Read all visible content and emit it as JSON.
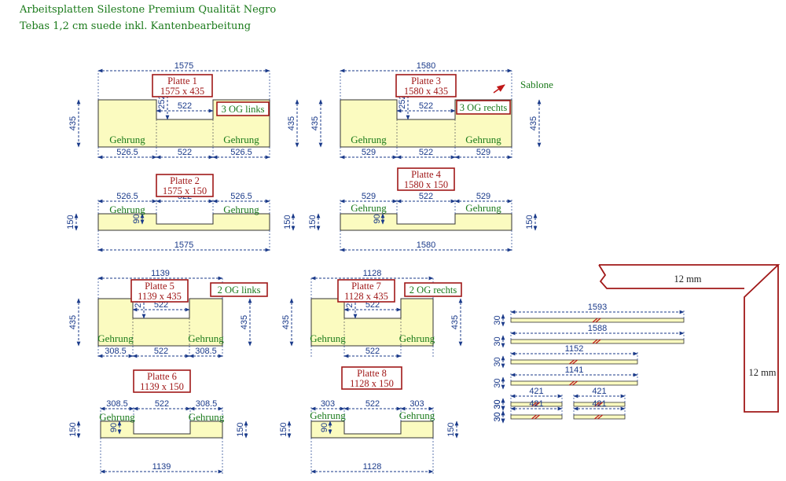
{
  "header": {
    "line1": "Arbeitsplatten Silestone Premium Qualität Negro",
    "line2": "Tebas 1,2 cm suede inkl. Kantenbearbeitung"
  },
  "sablone": "Sablone",
  "colors": {
    "slab": "#fbfbc0",
    "dim": "#1a3a8a",
    "label": "#1a7a1a",
    "box": "#a01818"
  },
  "plates": {
    "p1": {
      "name": "Platte 1",
      "size": "1575 x 435",
      "og": "3 OG links",
      "total": "1575",
      "depth": "435",
      "cutout_w": "522",
      "cutout_h": "252",
      "left": "526.5",
      "right": "526.5",
      "mid": "522",
      "label_l": "Gehrung",
      "label_r": "Gehrung"
    },
    "p3": {
      "name": "Platte 3",
      "size": "1580 x 435",
      "og": "3 OG rechts",
      "total": "1580",
      "depth": "435",
      "cutout_w": "522",
      "cutout_h": "252",
      "left": "529",
      "right": "529",
      "mid": "522",
      "label_l": "Gehrung",
      "label_r": "Gehrung"
    },
    "p2": {
      "name": "Platte 2",
      "size": "1575 x 150",
      "total": "1575",
      "depth": "150",
      "cut": "90",
      "left": "526.5",
      "right": "526.5",
      "mid": "522",
      "label_l": "Gehrung",
      "label_r": "Gehrung"
    },
    "p4": {
      "name": "Platte 4",
      "size": "1580 x 150",
      "total": "1580",
      "depth": "150",
      "cut": "90",
      "left": "529",
      "right": "529",
      "mid": "522",
      "label_l": "Gehrung",
      "label_r": "Gehrung"
    },
    "p5": {
      "name": "Platte 5",
      "size": "1139 x 435",
      "og": "2 OG links",
      "total": "1139",
      "depth": "435",
      "cutout_w": "522",
      "cutout_h": "252",
      "left": "308.5",
      "right": "308.5",
      "mid": "522",
      "label_l": "Gehrung",
      "label_r": "Gehrung"
    },
    "p7": {
      "name": "Platte 7",
      "size": "1128 x 435",
      "og": "2 OG rechts",
      "total": "1128",
      "depth": "435",
      "cutout_w": "522",
      "cutout_h": "252",
      "mid": "522",
      "label_l": "Gehrung",
      "label_r": "Gehrung"
    },
    "p6": {
      "name": "Platte 6",
      "size": "1139 x 150",
      "total": "1139",
      "depth": "150",
      "cut": "90",
      "left": "308.5",
      "right": "308.5",
      "mid": "522",
      "label_l": "Gehrung",
      "label_r": "Gehrung"
    },
    "p8": {
      "name": "Platte 8",
      "size": "1128 x 150",
      "total": "1128",
      "depth": "150",
      "cut": "90",
      "left": "303",
      "right": "303",
      "mid": "522",
      "label_l": "Gehrung",
      "label_r": "Gehrung"
    }
  },
  "strips": {
    "height": "30",
    "s1": "1593",
    "s2": "1588",
    "s3": "1152",
    "s4": "1141",
    "s5": "421",
    "s6": "421",
    "s7": "421",
    "s8": "421"
  },
  "profile": {
    "top": "12 mm",
    "side": "12 mm"
  }
}
